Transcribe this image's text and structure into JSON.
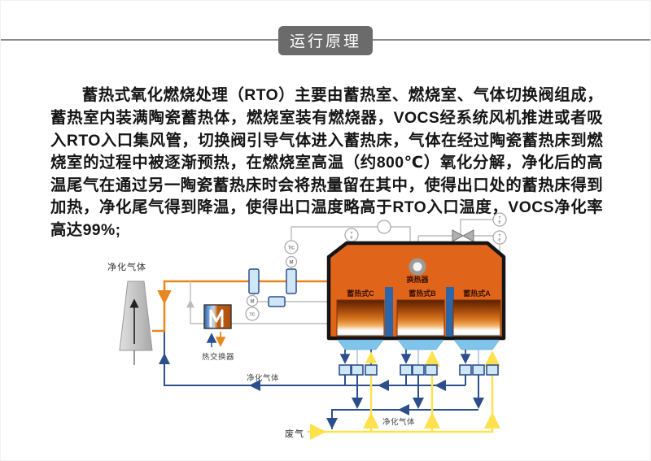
{
  "header": {
    "title": "运行原理"
  },
  "article": {
    "paragraph": "蓄热式氧化燃烧处理（RTO）主要由蓄热室、燃烧室、气体切换阀组成，蓄热室内装满陶瓷蓄热体，燃烧室装有燃烧器，VOCS经系统风机推进或者吸入RTO入口集风管，切换阀引导气体进入蓄热床，气体在经过陶瓷蓄热床到燃烧室的过程中被逐渐预热，在燃烧室高温（约800℃）氧化分解，净化后的高温尾气在通过另一陶瓷蓄热床时会将热量留在其中，使得出口处的蓄热床得到加热，净化尾气得到降温，使得出口温度略高于RTO入口温度，VOCS净化率高达99%;"
  },
  "diagram": {
    "labels": {
      "stack_gas": "净化气体",
      "hx_external": "热交换器",
      "hx_internal": "换热器",
      "chamber_c": "蓄热式C",
      "chamber_b": "蓄热式B",
      "chamber_a": "蓄热式A",
      "clean_gas_1": "净化气体",
      "clean_gas_2": "净化气体",
      "waste_gas": "废气"
    },
    "instruments": {
      "tic": "TIC",
      "tc": "TC",
      "m": "M",
      "te_t": "T",
      "te_e": "E"
    },
    "colors": {
      "rto_body": "#E0651A",
      "pipe_orange": "#E8871E",
      "line_blue": "#2C4F8C",
      "line_yellow": "#FFE14D",
      "valve_fill": "#CFE6F7",
      "divider_blue": "#2A66A8",
      "hopper_blue": "#7FC4EA",
      "title_bg": "#6B6B6B",
      "instrument_gray": "#BBBBBB"
    }
  }
}
